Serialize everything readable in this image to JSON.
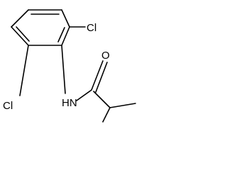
{
  "atom_labels": {
    "cl_top": "Cl",
    "cl_bottom": "Cl",
    "nh": "HN",
    "oxygen": "O"
  },
  "colors": {
    "bond": "#000000",
    "label": "#000000",
    "background": "#ffffff"
  }
}
